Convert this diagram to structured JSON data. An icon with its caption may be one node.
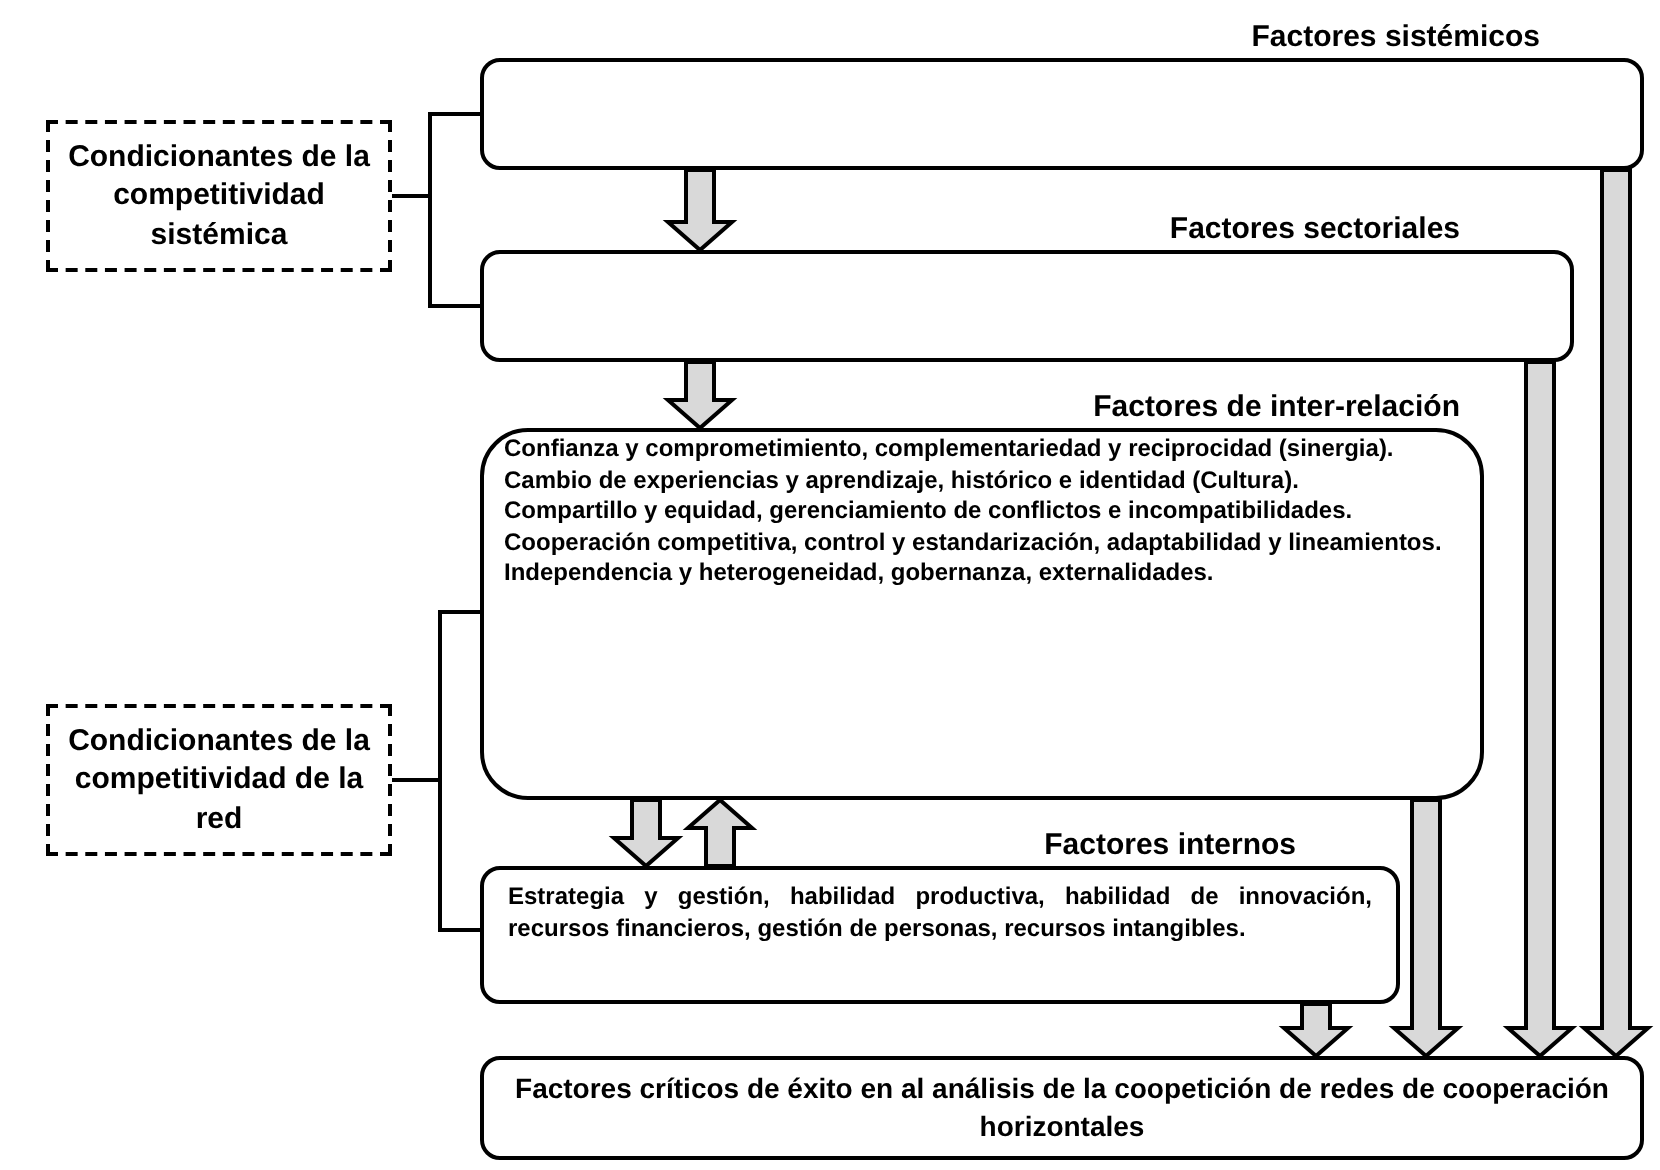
{
  "diagram": {
    "nodes": [
      {
        "text": [
          "Condicionantes de la competitividad sistémica"
        ]
      },
      {
        "text": [
          "Factores sistémicos"
        ]
      },
      {
        "text": [
          "Factores sectoriales"
        ]
      },
      {
        "text": [
          "Factores de inter-relación",
          "Confianza y comprometimiento, complementariedad y reciprocidad (sinergia).",
          "Cambio de experiencias y aprendizaje, histórico e identidad (Cultura).",
          "Compartillo y equidad, gerenciamiento de conflictos e incompatibilidades.",
          "Cooperación competitiva, control y estandarización, adaptabilidad y lineamientos.",
          "Independencia y heterogeneidad, gobernanza, externalidades."
        ]
      },
      {
        "text": [
          "Condicionantes de la competitividad de la red"
        ]
      },
      {
        "text": [
          "Factores internos",
          "Estrategia y gestión, habilidad productiva, habilidad de innovación, recursos financieros, gestión de personas, recursos intangibles."
        ]
      },
      {
        "text": [
          "Factores críticos de éxito en al análisis de la coopetición de redes de cooperación horizontales"
        ]
      }
    ],
    "edges": [
      {
        "from": 0,
        "to": 1,
        "arrow": "none"
      },
      {
        "from": 0,
        "to": 2,
        "arrow": "none"
      },
      {
        "from": 1,
        "to": 2,
        "arrow": "to",
        "style": "thick"
      },
      {
        "from": 2,
        "to": 3,
        "arrow": "to",
        "style": "thick"
      },
      {
        "from": 4,
        "to": 3,
        "arrow": "none"
      },
      {
        "from": 4,
        "to": 5,
        "arrow": "none"
      },
      {
        "from": 3,
        "to": 5,
        "arrow": "to",
        "style": "thick"
      },
      {
        "from": 5,
        "to": 3,
        "arrow": "to",
        "style": "thick"
      },
      {
        "from": 5,
        "to": 6,
        "arrow": "to",
        "style": "thick"
      },
      {
        "from": 3,
        "to": 6,
        "arrow": "to",
        "style": "thick"
      },
      {
        "from": 2,
        "to": 6,
        "arrow": "to",
        "style": "thick"
      },
      {
        "from": 1,
        "to": 6,
        "arrow": "to",
        "style": "thick"
      }
    ]
  }
}
